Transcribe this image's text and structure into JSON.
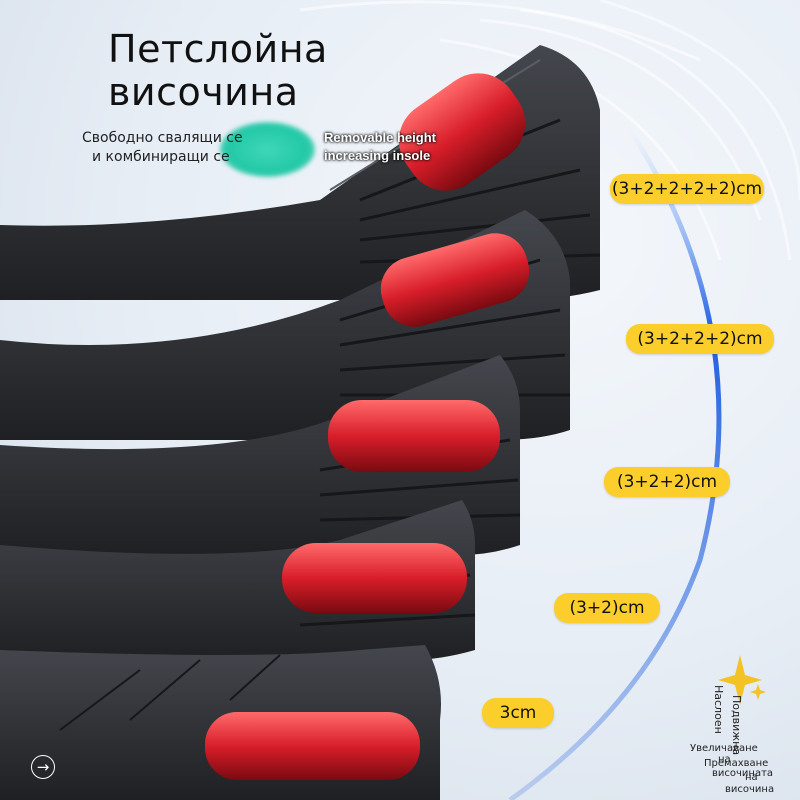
{
  "title": {
    "line1": "Петслойна",
    "line2": "височина"
  },
  "subtitle": {
    "line1": "Свободно свалящи се",
    "line2": "и комбиниращи се"
  },
  "insole_tag": {
    "line1": "Removable height",
    "line2": "increasing insole"
  },
  "height_options": [
    {
      "label": "(3+2+2+2+2)cm"
    },
    {
      "label": "(3+2+2+2)cm"
    },
    {
      "label": "(3+2+2)cm"
    },
    {
      "label": "(3+2)cm"
    },
    {
      "label": "3cm"
    }
  ],
  "corner_labels": {
    "vertical_1": "Наслоен",
    "vertical_2": "Подвижна",
    "small_1": "Увеличаване",
    "small_2": "на",
    "small_3": "височината",
    "small_4": "Премахване",
    "small_5": "на",
    "small_6": "височина"
  },
  "corner_icon": "arrow-right-icon",
  "colors": {
    "label_bg": "#fbce2b",
    "insole_body": "#2e3034",
    "air_cushion": "#d81e2a",
    "accent_arc": "#1f5fe0",
    "green_blob": "#22c8a6",
    "sparkle": "#f3c326"
  }
}
